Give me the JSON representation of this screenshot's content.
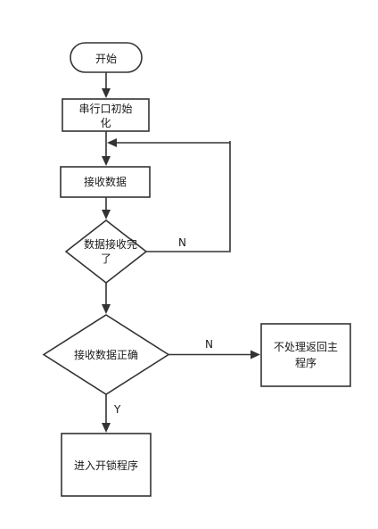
{
  "flowchart": {
    "start": "开始",
    "init_line1": "串行口初始",
    "init_line2": "化",
    "receive": "接收数据",
    "check_done_line1": "数据接收完",
    "check_done_line2": "了",
    "check_correct": "接收数据正确",
    "no_process_line1": "不处理返回主",
    "no_process_line2": "程序",
    "unlock": "进入开锁程序",
    "label_n_done": "N",
    "label_n_correct": "N",
    "label_y_correct": "Y"
  },
  "colors": {
    "stroke": "#333333",
    "text": "#1a1a1a",
    "background": "#ffffff"
  }
}
